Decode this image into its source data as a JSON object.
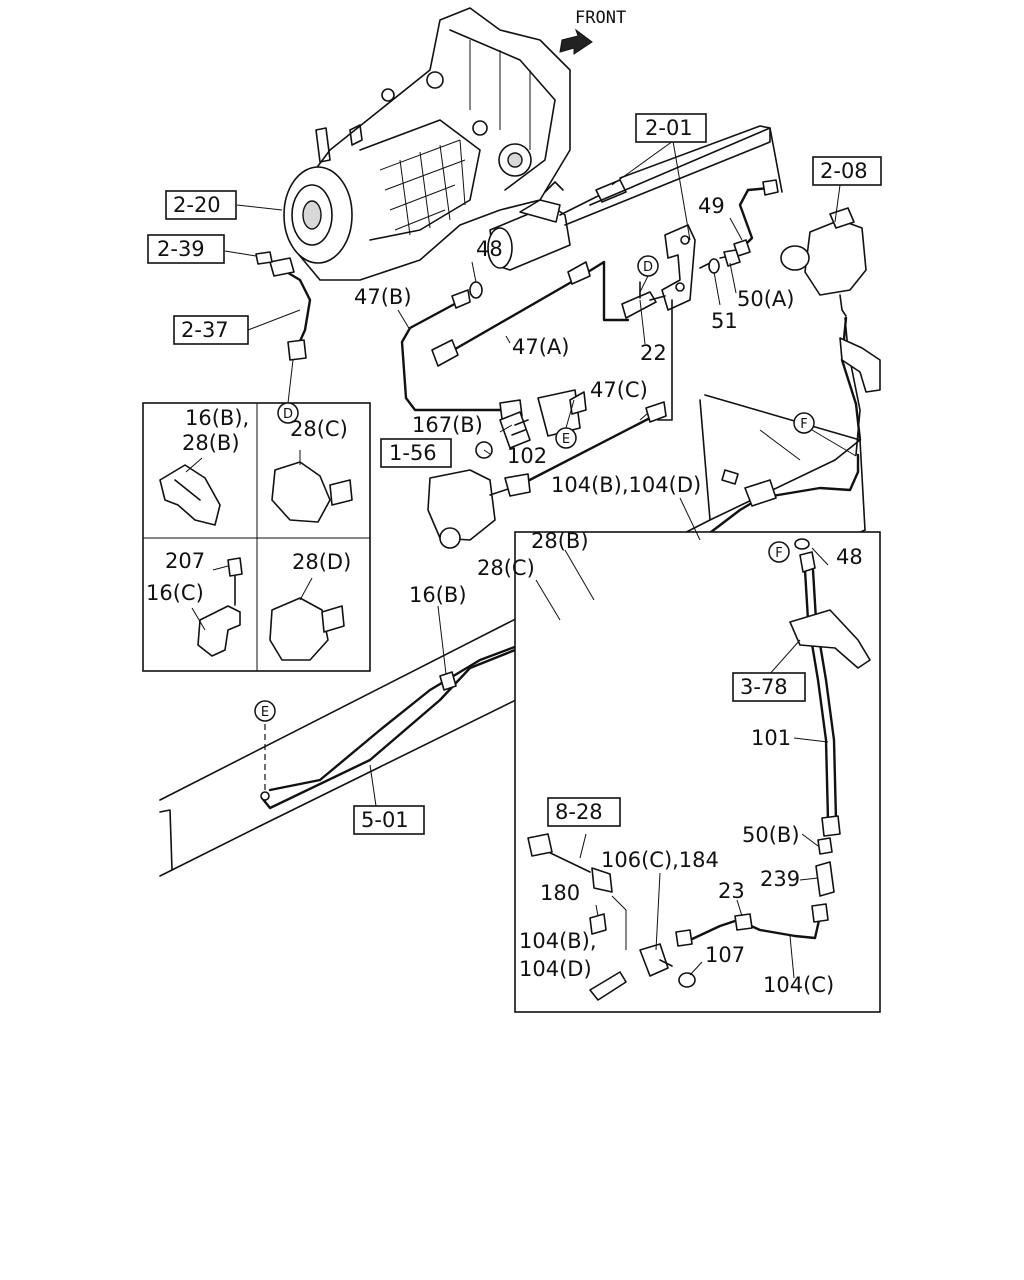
{
  "front_label": "FRONT",
  "ref_boxes": {
    "r2_01": "2-01",
    "r2_08": "2-08",
    "r2_20": "2-20",
    "r2_39": "2-39",
    "r2_37": "2-37",
    "r1_56": "1-56",
    "r3_78": "3-78",
    "r5_01": "5-01",
    "r8_28": "8-28"
  },
  "circle_markers": {
    "d": "D",
    "e": "E",
    "f": "F"
  },
  "labels": {
    "p48a": "48",
    "p49": "49",
    "p47b": "47(B)",
    "p47a": "47(A)",
    "p50a": "50(A)",
    "p51": "51",
    "p22": "22",
    "p47c": "47(C)",
    "p167b": "167(B)",
    "p102": "102",
    "p104bd_top": "104(B),104(D)",
    "p28b": "28(B)",
    "p28c": "28(C)",
    "p16b": "16(B)",
    "p48b": "48",
    "p101": "101",
    "p50b": "50(B)",
    "p239": "239",
    "p106": "106(C),184",
    "p23": "23",
    "p180": "180",
    "p104b_l1": "104(B),",
    "p104d_l2": "104(D)",
    "p107": "107",
    "p104c": "104(C)"
  },
  "inset": {
    "c1_line1": "16(B),",
    "c1_line2": "28(B)",
    "c2": "28(C)",
    "c3a": "207",
    "c3b": "16(C)",
    "c4": "28(D)"
  }
}
